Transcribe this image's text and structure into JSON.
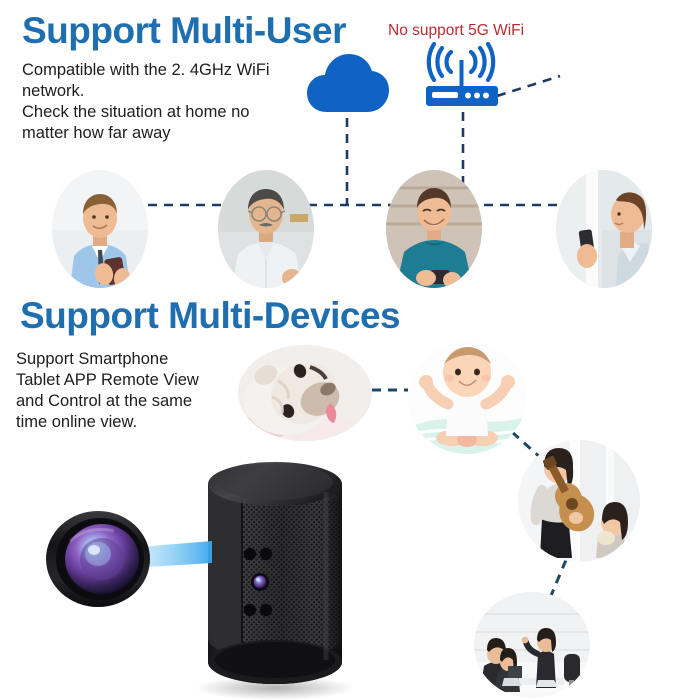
{
  "sections": {
    "multi_user": {
      "heading": "Support Multi-User",
      "body": "Compatible with the 2. 4GHz WiFi\nnetwork.\nCheck the situation at home no\nmatter how far away",
      "warning": "No support 5G WiFi"
    },
    "multi_devices": {
      "heading": "Support Multi-Devices",
      "body": "Support Smartphone\nTablet APP Remote View\nand Control at the same\ntime online view."
    }
  },
  "icons": {
    "cloud": "cloud-icon",
    "router": "wifi-router-icon",
    "camera_lens": "camera-lens-icon",
    "device": "hidden-camera-speaker"
  },
  "users": [
    {
      "name": "user-businessman-phone",
      "label": "Man in blue shirt and tie using smartphone"
    },
    {
      "name": "user-senior-man",
      "label": "Older man with glasses in white shirt"
    },
    {
      "name": "user-casual-man",
      "label": "Smiling man in teal t-shirt holding phone"
    },
    {
      "name": "user-woman-phone",
      "label": "Woman at window looking at smartphone"
    }
  ],
  "scenes": [
    {
      "name": "scene-dog",
      "label": "Bulldog lying down"
    },
    {
      "name": "scene-baby",
      "label": "Baby sitting on play mat"
    },
    {
      "name": "scene-guitar",
      "label": "Woman playing guitar with child"
    },
    {
      "name": "scene-office",
      "label": "Office meeting with laptops"
    }
  ],
  "colors": {
    "brand_blue": "#1f6fb0",
    "icon_blue": "#0f63c4",
    "warning_red": "#bb2b30",
    "dash_navy": "#1d3c63",
    "text_dark": "#1d1d1d"
  }
}
